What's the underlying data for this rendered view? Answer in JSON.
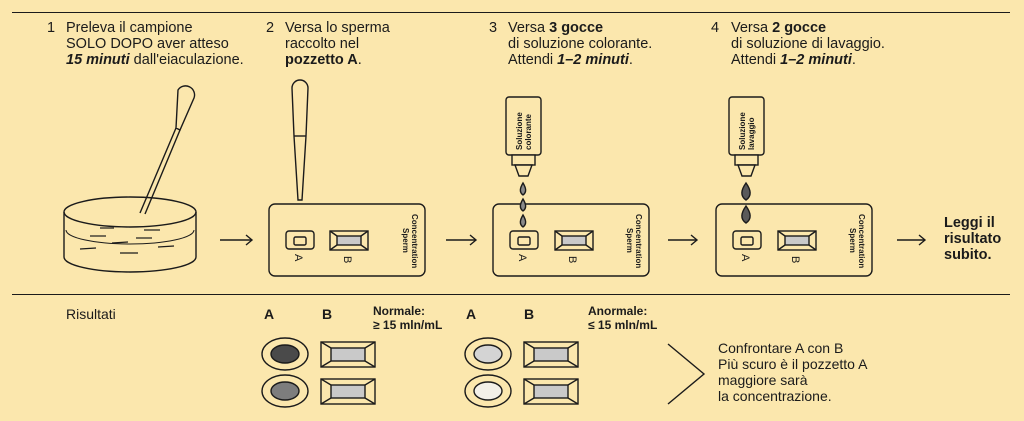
{
  "steps": [
    {
      "num": "1",
      "l1": "Preleva il campione",
      "l2": "SOLO DOPO aver atteso",
      "l3b": "15 minuti",
      "l3r": " dall'eiaculazione."
    },
    {
      "num": "2",
      "l1": "Versa lo sperma",
      "l2": "raccolto nel",
      "l3b": "pozzetto A",
      "l3r": "."
    },
    {
      "num": "3",
      "l1r": "Versa ",
      "l1b": "3 gocce",
      "l2": "di soluzione colorante.",
      "l3r": "Attendi ",
      "l3b": "1–2 minuti",
      "l3e": "."
    },
    {
      "num": "4",
      "l1r": "Versa ",
      "l1b": "2 gocce",
      "l2": "di soluzione di lavaggio.",
      "l3r": "Attendi ",
      "l3b": "1–2 minuti",
      "l3e": "."
    }
  ],
  "bottle1": {
    "l1": "Soluzione",
    "l2": "colorante"
  },
  "bottle2": {
    "l1": "Soluzione",
    "l2": "lavaggio"
  },
  "cassette": {
    "l1": "Sperm",
    "l2": "Concentration",
    "a": "A",
    "b": "B"
  },
  "final": {
    "l1": "Leggi il",
    "l2": "risultato",
    "l3": "subito."
  },
  "results": {
    "title": "Risultati",
    "a": "A",
    "b": "B",
    "normal1": "Normale:",
    "normal2": "≥ 15 mln/mL",
    "abnormal1": "Anormale:",
    "abnormal2": "≤ 15 mln/mL",
    "note1": "Confrontare A con B",
    "note2": "Più scuro è il pozzetto A",
    "note3": "maggiore sarà",
    "note4": "la concentrazione."
  },
  "colors": {
    "background": "#fbe7ad",
    "ink": "#1b1b1b",
    "dark_well": "#4a4a4a",
    "medium_well": "#7d7d7d",
    "light_well": "#d4d4d4",
    "drop": "#8a8a8a"
  }
}
